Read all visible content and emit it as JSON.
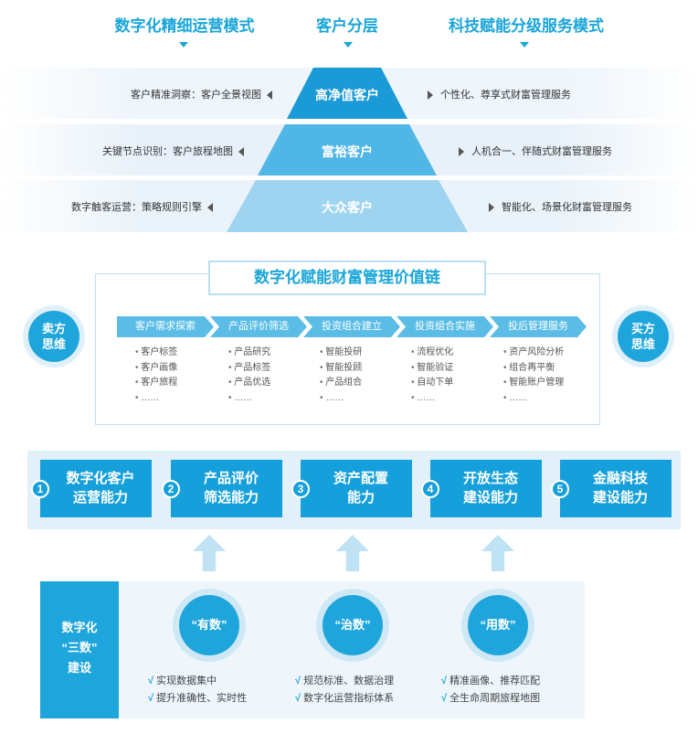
{
  "top": {
    "headers": [
      "数字化精细运营模式",
      "客户分层",
      "科技赋能分级服务模式"
    ],
    "tiers": [
      {
        "name": "高净值客户",
        "left": "客户精准洞察：客户全景视图",
        "right": "个性化、尊享式财富管理服务"
      },
      {
        "name": "富裕客户",
        "left": "关键节点识别：客户旅程地图",
        "right": "人机合一、伴随式财富管理服务"
      },
      {
        "name": "大众客户",
        "left": "数字触客运营：策略规则引擎",
        "right": "智能化、场景化财富管理服务"
      }
    ]
  },
  "value_chain": {
    "title": "数字化赋能财富管理价值链",
    "seller": "卖方\n思维",
    "buyer": "买方\n思维",
    "stages": [
      {
        "label": "客户需求探索",
        "items": [
          "客户标签",
          "客户画像",
          "客户旅程",
          "……"
        ]
      },
      {
        "label": "产品评价筛选",
        "items": [
          "产品研究",
          "产品标签",
          "产品优选",
          "……"
        ]
      },
      {
        "label": "投资组合建立",
        "items": [
          "智能投研",
          "智能投顾",
          "产品组合",
          "……"
        ]
      },
      {
        "label": "投资组合实施",
        "items": [
          "流程优化",
          "智能验证",
          "自动下单",
          "……"
        ]
      },
      {
        "label": "投后管理服务",
        "items": [
          "资产风险分析",
          "组合再平衡",
          "智能账户管理",
          "……"
        ]
      }
    ]
  },
  "capabilities": [
    {
      "num": "1",
      "label": "数字化客户\n运营能力"
    },
    {
      "num": "2",
      "label": "产品评价\n筛选能力"
    },
    {
      "num": "3",
      "label": "资产配置\n能力"
    },
    {
      "num": "4",
      "label": "开放生态\n建设能力"
    },
    {
      "num": "5",
      "label": "金融科技\n建设能力"
    }
  ],
  "bottom": {
    "left_title": "数字化\n“三数”\n建设",
    "pillars": [
      {
        "label": "“有数”",
        "items": [
          "实现数据集中",
          "提升准确性、实时性"
        ]
      },
      {
        "label": "“治数”",
        "items": [
          "规范标准、数据治理",
          "数字化运营指标体系"
        ]
      },
      {
        "label": "“用数”",
        "items": [
          "精准画像、推荐匹配",
          "全生命周期旅程地图"
        ]
      }
    ]
  },
  "colors": {
    "accent": "#1aa6d8",
    "pyramid_top": "#1a9ad6",
    "pyramid_mid": "#4fb6e6",
    "pyramid_bottom": "#9fd4f1"
  }
}
